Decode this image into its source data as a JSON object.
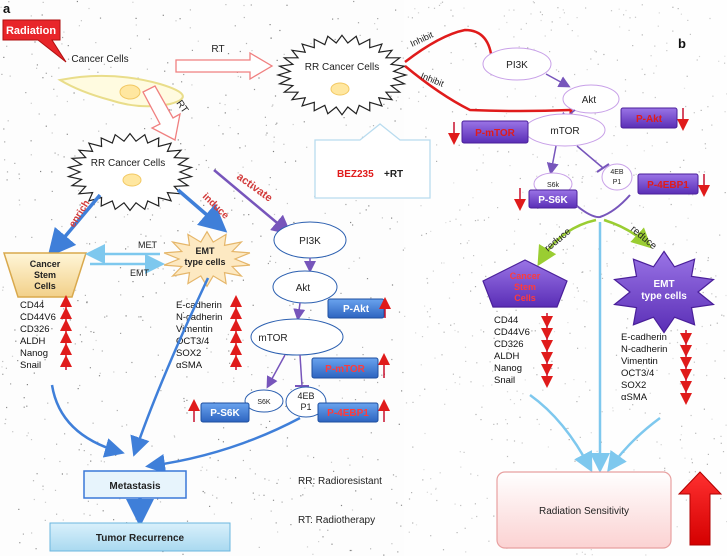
{
  "panels": {
    "a": "a",
    "b": "b"
  },
  "labels": {
    "radiation": "Radiation",
    "cancer_cells": "Cancer Cells",
    "rt": "RT",
    "rt2": "RT",
    "rr_cancer_cells_a": "RR Cancer Cells",
    "rr_cancer_cells_b": "RR Cancer Cells",
    "enrich": "enrich",
    "induce": "induce",
    "activate": "activate",
    "met": "MET",
    "emt": "EMT",
    "csc_line1": "Cancer",
    "csc_line2": "Stem",
    "csc_line3": "Cells",
    "emt_line1": "EMT",
    "emt_line2": "type cells",
    "metastasis": "Metastasis",
    "tumor_recurrence": "Tumor Recurrence",
    "legend_rr": "RR: Radioresistant",
    "legend_rt": "RT: Radiotherapy",
    "inhibit1": "Inhibit",
    "inhibit2": "Inhibit",
    "bez_drug": "BEZ235",
    "bez_rest": "+RT",
    "reduce1": "reduce",
    "reduce2": "reduce",
    "radiation_sensitivity": "Radiation Sensitivity"
  },
  "pathway_a": {
    "pi3k": "PI3K",
    "akt": "Akt",
    "p_akt": "P-Akt",
    "mtor": "mTOR",
    "p_mtor": "P-mTOR",
    "s6k": "S6K",
    "ebp_1": "4EB",
    "ebp_2": "P1",
    "p_s6k": "P-S6K",
    "p_4ebp1": "P-4EBP1"
  },
  "pathway_b": {
    "pi3k": "PI3K",
    "akt": "Akt",
    "p_akt": "P-Akt",
    "mtor": "mTOR",
    "p_mtor": "P-mTOR",
    "s6k": "S6k",
    "ebp_1": "4EB",
    "ebp_2": "P1",
    "p_s6k": "P-S6K",
    "p_4ebp1": "P-4EBP1"
  },
  "markers_a": {
    "stem": [
      "CD44",
      "CD44V6",
      "CD326",
      "ALDH",
      "Nanog",
      "Snail"
    ],
    "emt": [
      "E-cadherin",
      "N-cadherin",
      "Vimentin",
      "OCT3/4",
      "SOX2",
      "αSMA"
    ]
  },
  "markers_b": {
    "stem": [
      "CD44",
      "CD44V6",
      "CD326",
      "ALDH",
      "Nanog",
      "Snail"
    ],
    "emt": [
      "E-cadherin",
      "N-cadherin",
      "Vimentin",
      "OCT3/4",
      "SOX2",
      "αSMA"
    ]
  },
  "colors": {
    "radiation": "#e8262a",
    "inhibit_red": "#e01b1b",
    "blue_arrow": "#3f7fd9",
    "purple_arrow": "#7755bb",
    "purple_box": "#6b3fc9",
    "blue_box": "#3a78d8",
    "marker_arrow": "#c8102e",
    "pink_arrow": "#f08080"
  }
}
